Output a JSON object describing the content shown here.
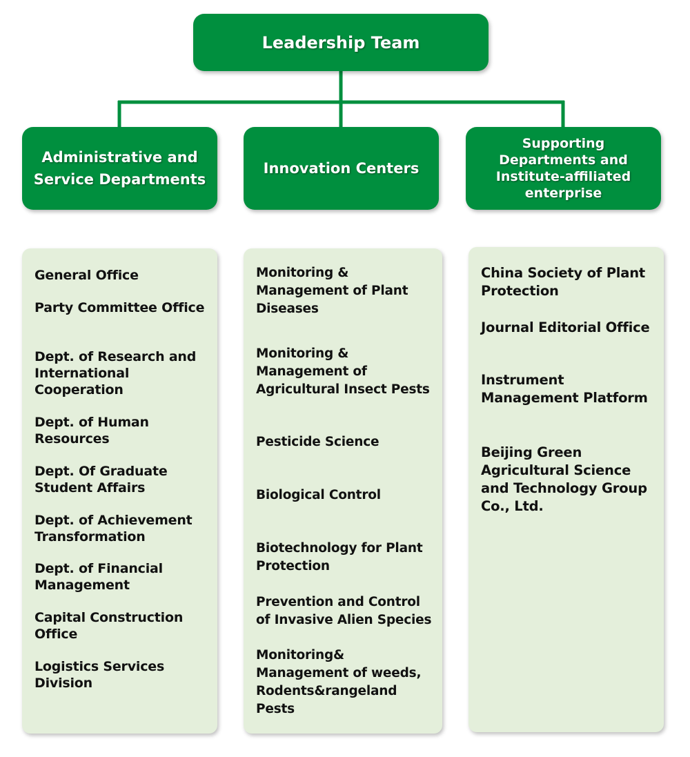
{
  "top": {
    "label": "Leadership Team"
  },
  "columns": [
    {
      "header": "Administrative and Service Departments",
      "items": [
        "General Office",
        "Party Committee Office",
        "Dept. of Research and International Cooperation",
        "Dept. of Human Resources",
        "Dept. Of Graduate Student Affairs",
        "Dept. of Achievement Transformation",
        "Dept. of Financial Management",
        "Capital Construction Office",
        "Logistics Services Division"
      ]
    },
    {
      "header": "Innovation Centers",
      "items": [
        "Monitoring & Management of Plant Diseases",
        "Monitoring & Management of Agricultural Insect Pests",
        "Pesticide Science",
        "Biological Control",
        "Biotechnology for Plant Protection",
        "Prevention and Control of Invasive Alien Species",
        "Monitoring& Management of weeds, Rodents&rangeland Pests"
      ]
    },
    {
      "header": "Supporting Departments and Institute-affiliated enterprise",
      "items": [
        "China Society of Plant Protection",
        "Journal Editorial Office",
        "Instrument Management Platform",
        "Beijing Green Agricultural Science and Technology Group Co., Ltd."
      ]
    }
  ],
  "colors": {
    "box_green": "#008f3e",
    "panel_green": "#e4efdb",
    "connector_green": "#008f3e",
    "text_dark": "#111111",
    "text_light": "#ffffff"
  }
}
